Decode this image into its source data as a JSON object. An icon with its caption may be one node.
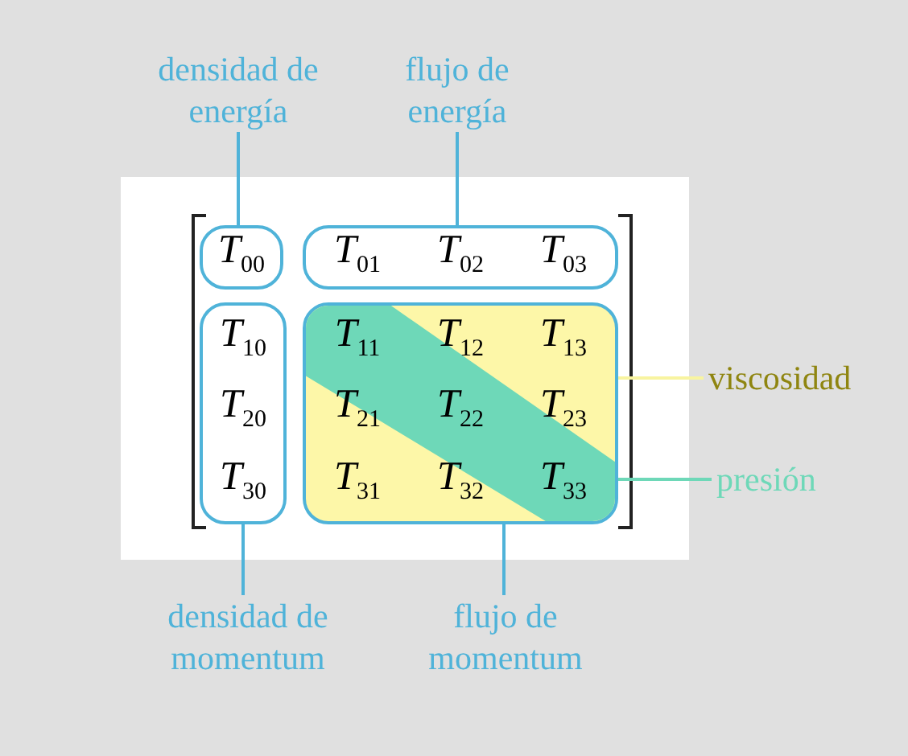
{
  "diagram": {
    "nodes": [
      {
        "text": [
          "densidad de energía"
        ]
      },
      {
        "text": [
          "flujo de energía"
        ]
      },
      {
        "text": [
          "*T*$_{00}$"
        ]
      },
      {
        "text": [
          "*T*$_{01}$",
          "*T*$_{02}$",
          "*T*$_{03}$"
        ]
      },
      {
        "text": [
          "*T*$_{10}$",
          "*T*$_{20}$",
          "*T*$_{30}$"
        ]
      },
      {
        "text": [
          "*T*$_{11}$",
          "*T*$_{12}$",
          "*T*$_{13}$",
          "*T*$_{21}$",
          "*T*$_{22}$",
          "*T*$_{23}$",
          "*T*$_{31}$",
          "*T*$_{32}$",
          "*T*$_{33}$"
        ]
      },
      {
        "text": [
          "viscosidad"
        ]
      },
      {
        "text": [
          "presión"
        ]
      },
      {
        "text": [
          "densidad de momentum"
        ]
      },
      {
        "text": [
          "flujo de momentum"
        ]
      }
    ],
    "edges": [
      {
        "from": 0,
        "to": 2,
        "arrow": "none"
      },
      {
        "from": 1,
        "to": 3,
        "arrow": "none"
      },
      {
        "from": 6,
        "to": 5,
        "arrow": "none",
        "color": "#f8f4a0"
      },
      {
        "from": 7,
        "to": 5,
        "arrow": "none",
        "color": "#6ed8b8"
      },
      {
        "from": 8,
        "to": 4,
        "arrow": "none"
      },
      {
        "from": 9,
        "to": 5,
        "arrow": "none"
      }
    ]
  }
}
